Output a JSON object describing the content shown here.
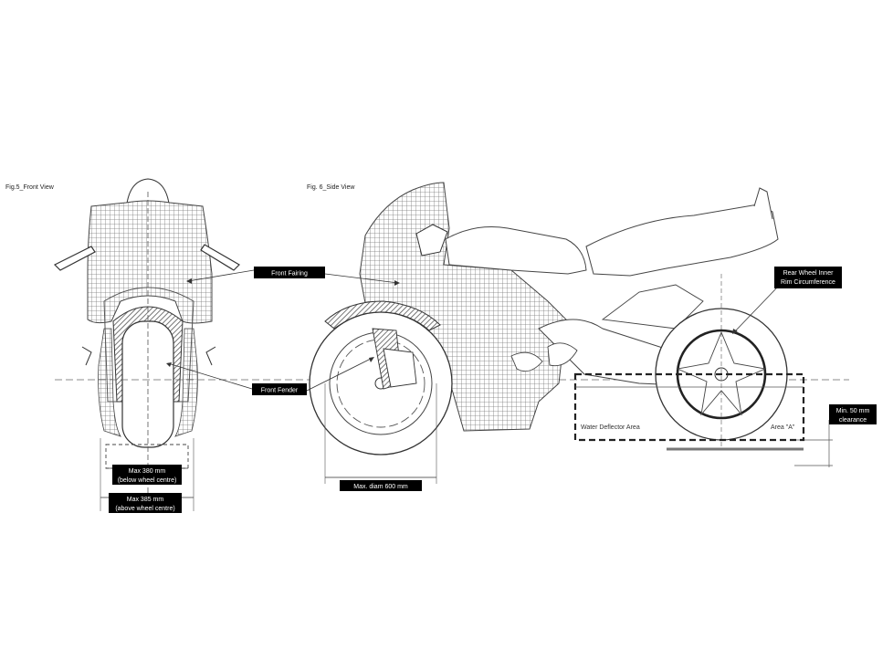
{
  "figures": {
    "front_caption": "Fig.5_Front View",
    "side_caption": "Fig. 6_Side View"
  },
  "labels": {
    "front_fairing": "Front Fairing",
    "front_fender": "Front Fender",
    "rear_wheel_line1": "Rear Wheel Inner",
    "rear_wheel_line2": "Rim Circumference",
    "min_clearance_line1": "Min. 50 mm",
    "min_clearance_line2": "clearance",
    "water_deflector": "Water Deflector Area",
    "area_a": "Area \"A\""
  },
  "dimensions": {
    "below_line1": "Max 380 mm",
    "below_line2": "(below wheel centre)",
    "above_line1": "Max 385 mm",
    "above_line2": "(above wheel centre)",
    "diameter": "Max. diam 600 mm"
  },
  "colors": {
    "line": "#3a3a3a",
    "hatch": "#6e6e6e",
    "label_bg": "#000000",
    "label_text": "#ffffff"
  }
}
